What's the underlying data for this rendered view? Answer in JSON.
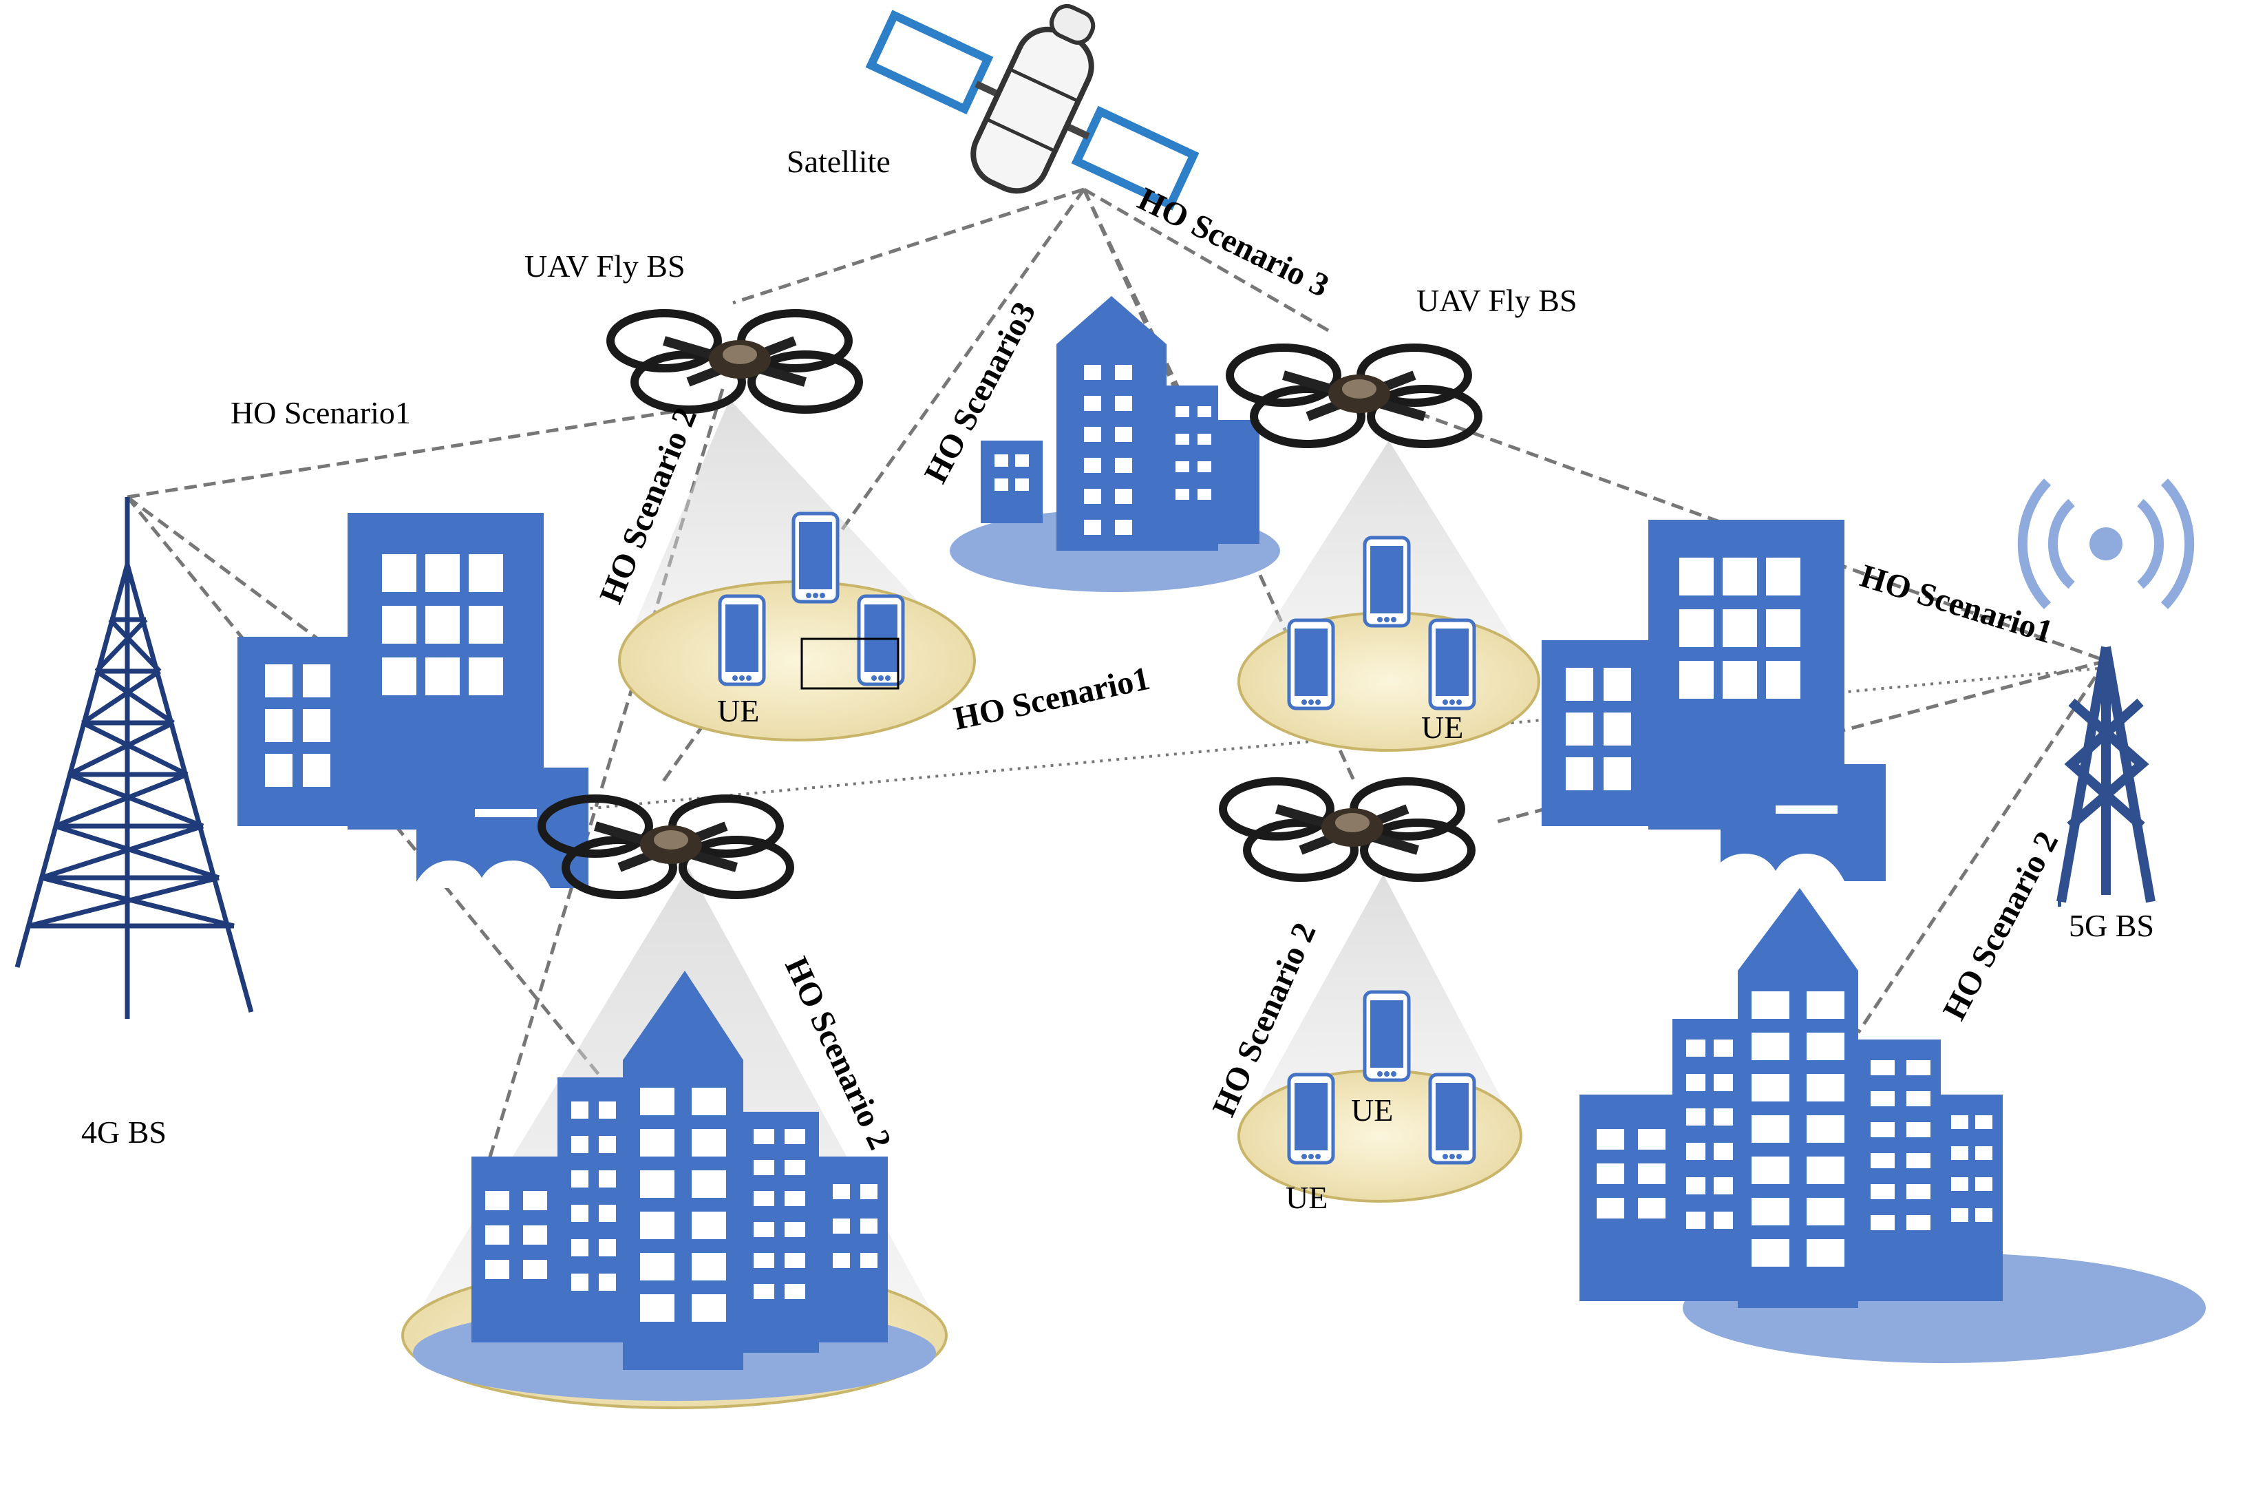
{
  "title": "",
  "nodes": {
    "satellite": "Satellite",
    "uav_left": "UAV Fly BS",
    "uav_right": "UAV Fly BS",
    "bs_4g": "4G BS",
    "bs_5g": "5G BS"
  },
  "ue_labels": [
    "UE",
    "UE",
    "UE",
    "UE"
  ],
  "links": {
    "ho1_top_left": "HO Scenario1",
    "ho1_center": "HO Scenario1",
    "ho1_right": "HO Scenario1",
    "ho2_uav_left": "HO Scenario 2",
    "ho3_left": "HO Scenario3",
    "ho3_right": "HO Scenario 3",
    "ho2_city_left": "HO Scenario 2",
    "ho2_uav_right": "HO Scenario 2",
    "ho2_5g": "HO Scenario 2"
  },
  "colors": {
    "building": "#4472c4",
    "tower_4g": "#1f3b7a",
    "tower_5g": "#2f4f8f",
    "coverage": "#f3e6b3",
    "ground": "#8faadc",
    "link": "#777777"
  }
}
